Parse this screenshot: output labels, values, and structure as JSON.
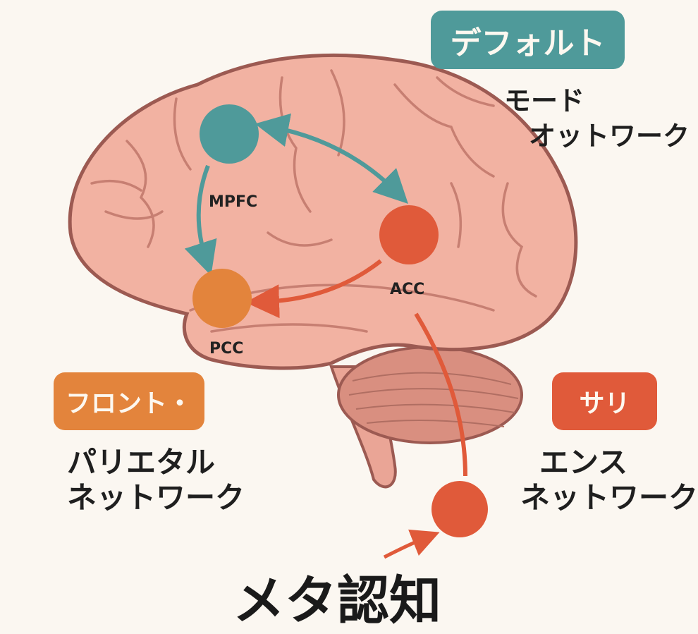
{
  "colors": {
    "teal": "#4f9a9a",
    "orange": "#e3843c",
    "red": "#e05a3a",
    "brain": "#f2b2a2",
    "brain_outline": "#9c5a52",
    "background": "#fbf7f1"
  },
  "networks": {
    "default": {
      "badge": "デフォルト",
      "line1": "モード",
      "line2": "オットワーク"
    },
    "frontoparietal": {
      "badge": "フロント・",
      "line1": "パリエタル",
      "line2": "ネットワーク"
    },
    "salience": {
      "badge": "サリ",
      "line1": "エンス",
      "line2": "ネットワーク"
    }
  },
  "regions": {
    "mpfc": "MPFC",
    "acc": "ACC",
    "pcc": "PCC"
  },
  "title": "メタ認知"
}
